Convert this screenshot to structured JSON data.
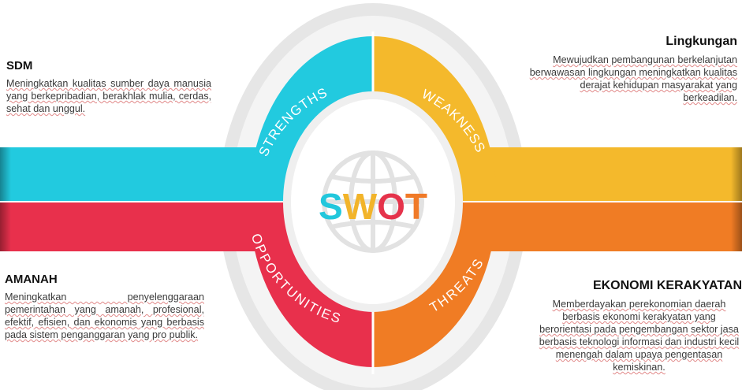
{
  "center": {
    "letters": [
      {
        "char": "S",
        "color": "#22C7DC"
      },
      {
        "char": "W",
        "color": "#F2B42A"
      },
      {
        "char": "O",
        "color": "#E5334B"
      },
      {
        "char": "T",
        "color": "#F07A28"
      }
    ]
  },
  "quadrants": {
    "strengths": {
      "label": "STRENGTHS",
      "color": "#22CADF"
    },
    "weakness": {
      "label": "WEAKNESS",
      "color": "#F4B92C"
    },
    "opportunities": {
      "label": "OPPORTUNITIES",
      "color": "#E8304C"
    },
    "threats": {
      "label": "THREATS",
      "color": "#F07C24"
    }
  },
  "ring_color": "#E6E6E6",
  "globe_icon": "globe-icon",
  "blocks": {
    "sdm": {
      "title": "SDM",
      "text": "Meningkatkan kualitas sumber daya manusia yang berkepribadian, berakhlak mulia, cerdas, sehat dan unggul."
    },
    "amanah": {
      "title": "AMANAH",
      "text": "Meningkatkan penyelenggaraan pemerintahan yang amanah, profesional, efektif, efisien, dan ekonomis yang berbasis pada sistem penganggaran yang pro publik."
    },
    "lingkungan": {
      "title": "Lingkungan",
      "text": "Mewujudkan pembangunan berkelanjutan berwawasan lingkungan meningkatkan kualitas derajat kehidupan masyarakat yang berkeadilan."
    },
    "ekonomi": {
      "title": "EKONOMI KERAKYATAN",
      "text": "Memberdayakan perekonomian daerah berbasis ekonomi kerakyatan yang berorientasi pada pengembangan sektor jasa berbasis teknologi informasi dan industri kecil menengah dalam upaya pengentasan kemiskinan."
    }
  }
}
